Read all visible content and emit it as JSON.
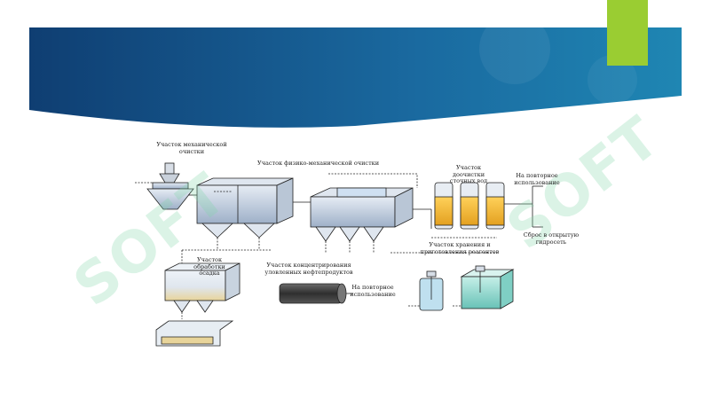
{
  "slide": {
    "watermark": "SOFT",
    "colors": {
      "banner_dark": "#0f3e72",
      "banner_light": "#1f86b3",
      "accent": "#9acd32"
    }
  },
  "diagram": {
    "labels": {
      "mechanical": "Участок механической очистки",
      "physmech": "Участок физико-механической очистки",
      "posttreat": "Участок доочистки сточных вод",
      "reuse": "На повторное использование",
      "discharge": "Сброс в открытую гидросеть",
      "reagents": "Участок хранения и приготовления реагентов",
      "sludge": "Участок обработки осадка",
      "oil": "Участок концентрирования уловленных нефтепродуктов",
      "oil_out": "На повторное использование"
    }
  }
}
